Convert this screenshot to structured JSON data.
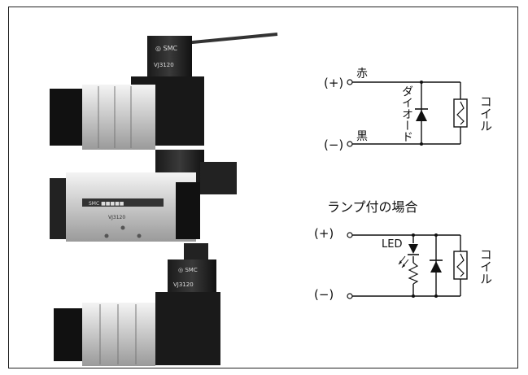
{
  "products": {
    "top_model": "VJ3120",
    "middle_model": "VJ3120",
    "bottom_model": "VJ3120",
    "brand": "SMC"
  },
  "circuit_basic": {
    "plus_label": "(+)",
    "plus_wire": "赤",
    "minus_label": "(−)",
    "minus_wire": "黒",
    "diode_label": "ダイオード",
    "coil_label": "コイル"
  },
  "circuit_lamp": {
    "heading": "ランプ付の場合",
    "plus_label": "(+)",
    "minus_label": "(−)",
    "led_label": "LED",
    "coil_label": "コイル"
  }
}
